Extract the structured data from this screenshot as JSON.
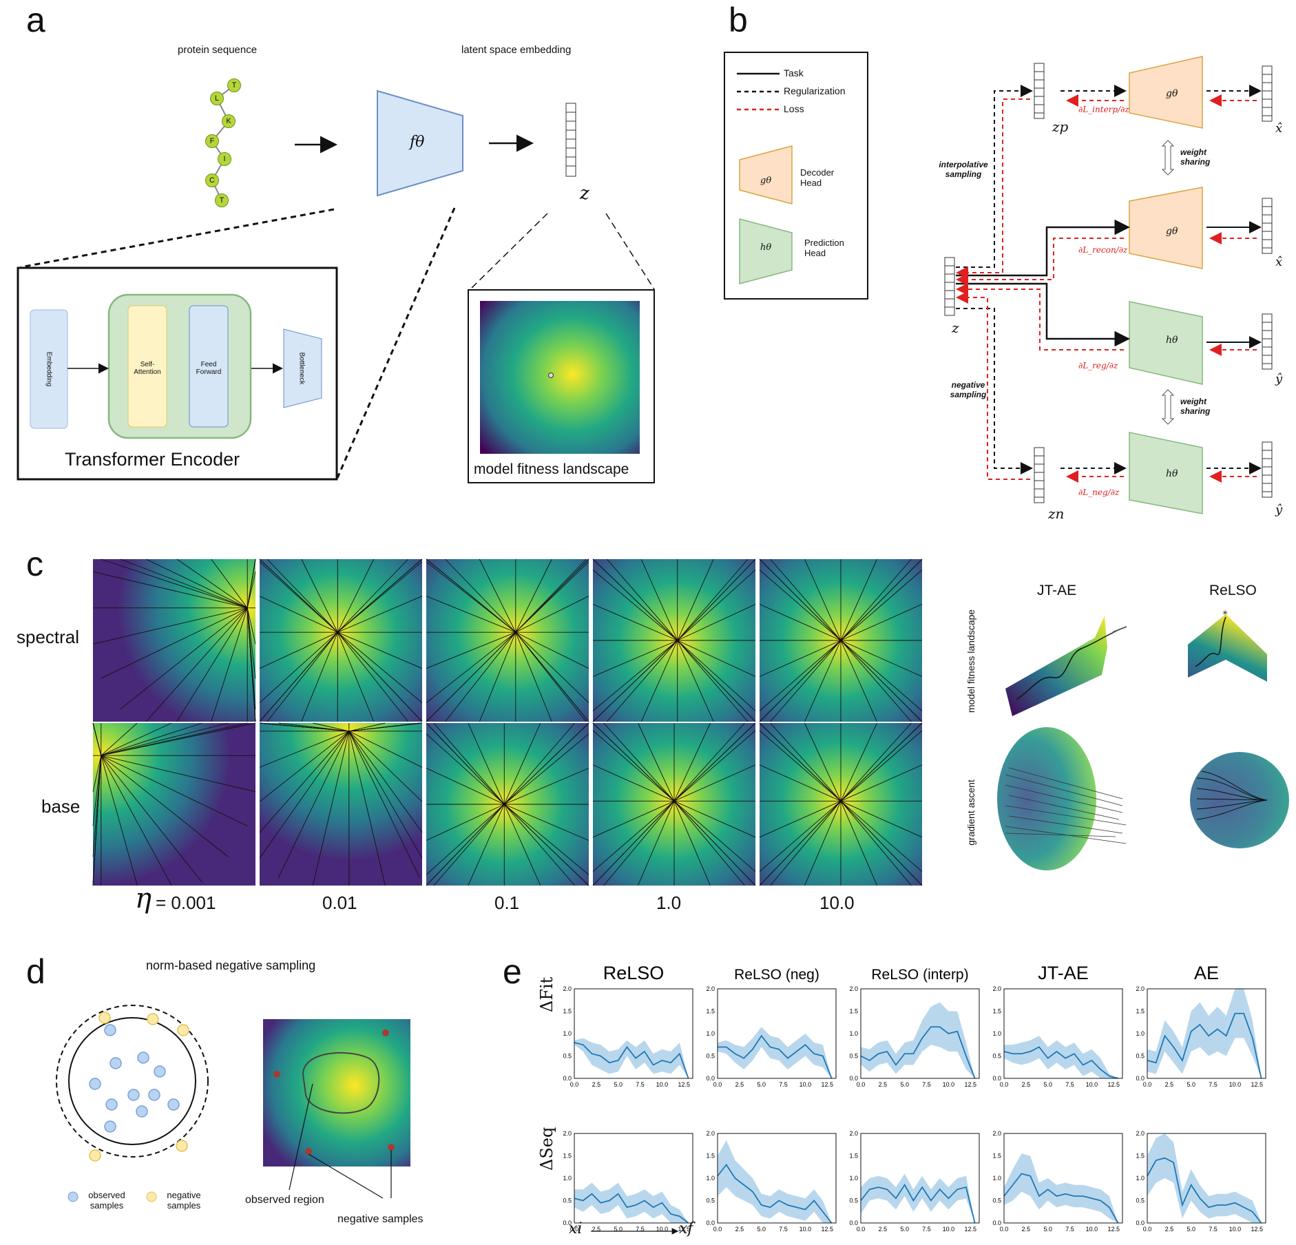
{
  "panels": {
    "a": "a",
    "b": "b",
    "c": "c",
    "d": "d",
    "e": "e"
  },
  "panel_a": {
    "protein_sequence_label": "protein sequence",
    "latent_label": "latent space embedding",
    "residues": [
      "T",
      "L",
      "K",
      "F",
      "I",
      "C",
      "T"
    ],
    "encoder_symbol": "fθ",
    "z_symbol": "z",
    "transformer_title": "Transformer Encoder",
    "blocks": {
      "embedding": "Embedding",
      "self_attention": "Self-Attention",
      "feed_forward": "Feed Forward",
      "bottleneck": "Bottleneck"
    },
    "landscape_label": "model fitness landscape"
  },
  "panel_b": {
    "legend": {
      "task": "Task",
      "regularization": "Regularization",
      "loss": "Loss",
      "decoder_head": "Decoder Head",
      "prediction_head": "Prediction Head",
      "g": "gθ",
      "h": "hθ"
    },
    "labels": {
      "interpolative": "interpolative sampling",
      "negative": "negative sampling",
      "weight_sharing": "weight sharing",
      "zp": "zp",
      "z": "z",
      "zn": "zn",
      "x_hat": "x̂",
      "y_hat": "ŷ"
    },
    "grads": {
      "interp": "∂L_interp/∂z",
      "recon": "∂L_recon/∂z",
      "reg": "∂L_reg/∂z",
      "neg": "∂L_neg/∂z"
    }
  },
  "panel_c": {
    "rows": [
      "spectral",
      "base"
    ],
    "eta_symbol": "η",
    "eta_values": [
      "= 0.001",
      "0.01",
      "0.1",
      "1.0",
      "10.0"
    ],
    "models": [
      "JT-AE",
      "ReLSO"
    ],
    "side_labels": [
      "model fitness landscape",
      "gradient ascent"
    ]
  },
  "panel_d": {
    "title": "norm-based negative sampling",
    "legend_observed": "observed samples",
    "legend_negative": "negative samples",
    "observed_region": "observed region",
    "negative_samples": "negative samples"
  },
  "panel_e": {
    "row_labels": [
      "ΔFit",
      "ΔSeq"
    ],
    "x_start": "xi",
    "x_end": "xf"
  },
  "colors": {
    "line": "#1f77b4",
    "band": "#a6cde8",
    "viridis_low": "#482878",
    "viridis_mid": "#21918c",
    "viridis_high": "#fde725",
    "orange_fill": "#fde0c5",
    "orange_stroke": "#d9a441",
    "green_fill": "#cfe6cb",
    "green_stroke": "#86b87e",
    "blue_fill": "#d6e6f7",
    "blue_stroke": "#6b8fc4",
    "yellow_fill": "#fdf3c4",
    "red": "#e02020"
  },
  "chart_data": [
    {
      "type": "line",
      "title": "ReLSO",
      "ylabel": "ΔFit",
      "x": [
        0,
        1,
        2,
        3,
        4,
        5,
        6,
        7,
        8,
        9,
        10,
        11,
        12,
        13
      ],
      "xticks": [
        "0.0",
        "2.5",
        "5.0",
        "7.5",
        "10.0",
        "12.5"
      ],
      "yticks": [
        "0.0",
        "0.5",
        "1.0",
        "1.5",
        "2.0"
      ],
      "xlim": [
        0,
        13.5
      ],
      "ylim": [
        0,
        2
      ],
      "series": [
        {
          "mean": [
            0.8,
            0.75,
            0.55,
            0.5,
            0.35,
            0.4,
            0.7,
            0.45,
            0.6,
            0.3,
            0.4,
            0.35,
            0.55,
            0.0
          ],
          "lower": [
            0.75,
            0.6,
            0.3,
            0.2,
            0.1,
            0.15,
            0.5,
            0.2,
            0.35,
            0.1,
            0.15,
            0.1,
            0.3,
            0.0
          ],
          "upper": [
            0.85,
            0.9,
            0.8,
            0.75,
            0.6,
            0.65,
            0.85,
            0.7,
            0.85,
            0.55,
            0.65,
            0.6,
            0.8,
            0.0
          ]
        }
      ]
    },
    {
      "type": "line",
      "title": "ReLSO (neg)",
      "ylabel": "ΔFit",
      "x": [
        0,
        1,
        2,
        3,
        4,
        5,
        6,
        7,
        8,
        9,
        10,
        11,
        12,
        13
      ],
      "xticks": [
        "0.0",
        "2.5",
        "5.0",
        "7.5",
        "10.0",
        "12.5"
      ],
      "yticks": [
        "0.0",
        "0.5",
        "1.0",
        "1.5",
        "2.0"
      ],
      "xlim": [
        0,
        13.5
      ],
      "ylim": [
        0,
        2
      ],
      "series": [
        {
          "mean": [
            0.7,
            0.7,
            0.55,
            0.45,
            0.65,
            0.95,
            0.7,
            0.65,
            0.45,
            0.6,
            0.75,
            0.55,
            0.5,
            0.0
          ],
          "lower": [
            0.6,
            0.55,
            0.35,
            0.2,
            0.4,
            0.7,
            0.45,
            0.4,
            0.2,
            0.35,
            0.5,
            0.3,
            0.25,
            0.0
          ],
          "upper": [
            0.8,
            0.85,
            0.75,
            0.7,
            0.9,
            1.15,
            0.95,
            0.9,
            0.7,
            0.85,
            1.0,
            0.8,
            0.75,
            0.0
          ]
        }
      ]
    },
    {
      "type": "line",
      "title": "ReLSO (interp)",
      "ylabel": "ΔFit",
      "x": [
        0,
        1,
        2,
        3,
        4,
        5,
        6,
        7,
        8,
        9,
        10,
        11,
        12,
        13
      ],
      "xticks": [
        "0.0",
        "2.5",
        "5.0",
        "7.5",
        "10.0",
        "12.5"
      ],
      "yticks": [
        "0.0",
        "0.5",
        "1.0",
        "1.5",
        "2.0"
      ],
      "xlim": [
        0,
        13.5
      ],
      "ylim": [
        0,
        2
      ],
      "series": [
        {
          "mean": [
            0.5,
            0.4,
            0.55,
            0.6,
            0.3,
            0.55,
            0.55,
            0.9,
            1.15,
            1.15,
            1.0,
            1.05,
            0.5,
            0.0
          ],
          "lower": [
            0.3,
            0.15,
            0.3,
            0.35,
            0.1,
            0.3,
            0.3,
            0.6,
            0.75,
            0.7,
            0.6,
            0.6,
            0.2,
            0.0
          ],
          "upper": [
            0.7,
            0.65,
            0.8,
            0.85,
            0.55,
            0.8,
            0.85,
            1.3,
            1.6,
            1.7,
            1.5,
            1.5,
            0.8,
            0.0
          ]
        }
      ]
    },
    {
      "type": "line",
      "title": "JT-AE",
      "ylabel": "ΔFit",
      "x": [
        0,
        1,
        2,
        3,
        4,
        5,
        6,
        7,
        8,
        9,
        10,
        11,
        12,
        13
      ],
      "xticks": [
        "0.0",
        "2.5",
        "5.0",
        "7.5",
        "10.0",
        "12.5"
      ],
      "yticks": [
        "0.0",
        "0.5",
        "1.0",
        "1.5",
        "2.0"
      ],
      "xlim": [
        0,
        13.5
      ],
      "ylim": [
        0,
        2
      ],
      "series": [
        {
          "mean": [
            0.6,
            0.55,
            0.55,
            0.6,
            0.7,
            0.45,
            0.6,
            0.45,
            0.55,
            0.3,
            0.4,
            0.2,
            0.05,
            0.0
          ],
          "lower": [
            0.45,
            0.35,
            0.3,
            0.35,
            0.45,
            0.2,
            0.35,
            0.2,
            0.3,
            0.05,
            0.15,
            0.0,
            0.0,
            0.0
          ],
          "upper": [
            0.75,
            0.75,
            0.8,
            0.85,
            0.95,
            0.7,
            0.85,
            0.7,
            0.8,
            0.55,
            0.65,
            0.45,
            0.1,
            0.0
          ]
        }
      ]
    },
    {
      "type": "line",
      "title": "AE",
      "ylabel": "ΔFit",
      "x": [
        0,
        1,
        2,
        3,
        4,
        5,
        6,
        7,
        8,
        9,
        10,
        11,
        12,
        13
      ],
      "xticks": [
        "0.0",
        "2.5",
        "5.0",
        "7.5",
        "10.0",
        "12.5"
      ],
      "yticks": [
        "0.0",
        "0.5",
        "1.0",
        "1.5",
        "2.0"
      ],
      "xlim": [
        0,
        13.5
      ],
      "ylim": [
        0,
        2
      ],
      "series": [
        {
          "mean": [
            0.4,
            0.35,
            0.95,
            0.7,
            0.4,
            1.05,
            1.2,
            0.95,
            1.1,
            0.95,
            1.45,
            1.45,
            0.9,
            0.0
          ],
          "lower": [
            0.15,
            0.1,
            0.6,
            0.35,
            0.1,
            0.6,
            0.7,
            0.5,
            0.6,
            0.5,
            0.9,
            0.9,
            0.5,
            0.0
          ],
          "upper": [
            0.65,
            0.6,
            1.3,
            1.05,
            0.7,
            1.5,
            1.7,
            1.4,
            1.6,
            1.4,
            2.0,
            2.0,
            1.3,
            0.0
          ]
        }
      ]
    },
    {
      "type": "line",
      "title": "",
      "ylabel": "ΔSeq",
      "x": [
        0,
        1,
        2,
        3,
        4,
        5,
        6,
        7,
        8,
        9,
        10,
        11,
        12,
        13
      ],
      "xticks": [
        "0.0",
        "2.5",
        "5.0",
        "7.5",
        "10.0",
        "12.5"
      ],
      "yticks": [
        "0.0",
        "0.5",
        "1.0",
        "1.5",
        "2.0"
      ],
      "xlim": [
        0,
        13.5
      ],
      "ylim": [
        0,
        2
      ],
      "series": [
        {
          "mean": [
            0.55,
            0.5,
            0.65,
            0.45,
            0.5,
            0.65,
            0.35,
            0.4,
            0.5,
            0.35,
            0.45,
            0.2,
            0.15,
            0.0
          ],
          "lower": [
            0.35,
            0.25,
            0.4,
            0.2,
            0.25,
            0.4,
            0.1,
            0.15,
            0.25,
            0.1,
            0.2,
            0.0,
            0.0,
            0.0
          ],
          "upper": [
            0.75,
            0.75,
            0.9,
            0.7,
            0.75,
            0.9,
            0.6,
            0.65,
            0.75,
            0.6,
            0.7,
            0.4,
            0.3,
            0.0
          ]
        }
      ]
    },
    {
      "type": "line",
      "title": "",
      "ylabel": "ΔSeq",
      "x": [
        0,
        1,
        2,
        3,
        4,
        5,
        6,
        7,
        8,
        9,
        10,
        11,
        12,
        13
      ],
      "xticks": [
        "0.0",
        "2.5",
        "5.0",
        "7.5",
        "10.0",
        "12.5"
      ],
      "yticks": [
        "0.0",
        "0.5",
        "1.0",
        "1.5",
        "2.0"
      ],
      "xlim": [
        0,
        13.5
      ],
      "ylim": [
        0,
        2
      ],
      "series": [
        {
          "mean": [
            1.05,
            1.3,
            1.0,
            0.85,
            0.7,
            0.4,
            0.35,
            0.5,
            0.4,
            0.35,
            0.3,
            0.5,
            0.25,
            0.0
          ],
          "lower": [
            0.6,
            0.8,
            0.6,
            0.5,
            0.4,
            0.15,
            0.1,
            0.25,
            0.15,
            0.1,
            0.05,
            0.25,
            0.0,
            0.0
          ],
          "upper": [
            1.5,
            1.85,
            1.4,
            1.2,
            1.0,
            0.65,
            0.6,
            0.75,
            0.65,
            0.6,
            0.55,
            0.75,
            0.5,
            0.0
          ]
        }
      ]
    },
    {
      "type": "line",
      "title": "",
      "ylabel": "ΔSeq",
      "x": [
        0,
        1,
        2,
        3,
        4,
        5,
        6,
        7,
        8,
        9,
        10,
        11,
        12,
        13
      ],
      "xticks": [
        "0.0",
        "2.5",
        "5.0",
        "7.5",
        "10.0",
        "12.5"
      ],
      "yticks": [
        "0.0",
        "0.5",
        "1.0",
        "1.5",
        "2.0"
      ],
      "xlim": [
        0,
        13.5
      ],
      "ylim": [
        0,
        2
      ],
      "series": [
        {
          "mean": [
            0.5,
            0.75,
            0.8,
            0.75,
            0.55,
            0.85,
            0.5,
            0.8,
            0.5,
            0.75,
            0.55,
            0.75,
            0.8,
            0.0
          ],
          "lower": [
            0.2,
            0.5,
            0.55,
            0.5,
            0.3,
            0.6,
            0.25,
            0.55,
            0.25,
            0.5,
            0.3,
            0.5,
            0.55,
            0.0
          ],
          "upper": [
            0.8,
            1.0,
            1.05,
            1.0,
            0.8,
            1.1,
            0.75,
            1.05,
            0.75,
            1.0,
            0.8,
            1.0,
            1.05,
            0.0
          ]
        }
      ]
    },
    {
      "type": "line",
      "title": "",
      "ylabel": "ΔSeq",
      "x": [
        0,
        1,
        2,
        3,
        4,
        5,
        6,
        7,
        8,
        9,
        10,
        11,
        12,
        13
      ],
      "xticks": [
        "0.0",
        "2.5",
        "5.0",
        "7.5",
        "10.0",
        "12.5"
      ],
      "yticks": [
        "0.0",
        "0.5",
        "1.0",
        "1.5",
        "2.0"
      ],
      "xlim": [
        0,
        13.5
      ],
      "ylim": [
        0,
        2
      ],
      "series": [
        {
          "mean": [
            0.6,
            0.85,
            1.1,
            1.05,
            0.6,
            0.75,
            0.6,
            0.65,
            0.6,
            0.6,
            0.55,
            0.5,
            0.35,
            0.0
          ],
          "lower": [
            0.4,
            0.5,
            0.7,
            0.6,
            0.3,
            0.5,
            0.35,
            0.4,
            0.35,
            0.35,
            0.3,
            0.25,
            0.1,
            0.0
          ],
          "upper": [
            0.8,
            1.2,
            1.55,
            1.5,
            0.9,
            1.0,
            0.85,
            0.9,
            0.85,
            0.85,
            0.8,
            0.75,
            0.6,
            0.0
          ]
        }
      ]
    },
    {
      "type": "line",
      "title": "",
      "ylabel": "ΔSeq",
      "x": [
        0,
        1,
        2,
        3,
        4,
        5,
        6,
        7,
        8,
        9,
        10,
        11,
        12,
        13
      ],
      "xticks": [
        "0.0",
        "2.5",
        "5.0",
        "7.5",
        "10.0",
        "12.5"
      ],
      "yticks": [
        "0.0",
        "0.5",
        "1.0",
        "1.5",
        "2.0"
      ],
      "xlim": [
        0,
        13.5
      ],
      "ylim": [
        0,
        2
      ],
      "series": [
        {
          "mean": [
            1.05,
            1.4,
            1.45,
            1.35,
            0.4,
            0.85,
            0.55,
            0.35,
            0.4,
            0.4,
            0.45,
            0.35,
            0.25,
            0.0
          ],
          "lower": [
            0.6,
            0.9,
            1.0,
            0.9,
            0.1,
            0.5,
            0.25,
            0.1,
            0.15,
            0.15,
            0.2,
            0.1,
            0.0,
            0.0
          ],
          "upper": [
            1.5,
            1.9,
            2.0,
            1.8,
            0.7,
            1.2,
            0.85,
            0.6,
            0.65,
            0.65,
            0.7,
            0.6,
            0.5,
            0.0
          ]
        }
      ]
    }
  ]
}
